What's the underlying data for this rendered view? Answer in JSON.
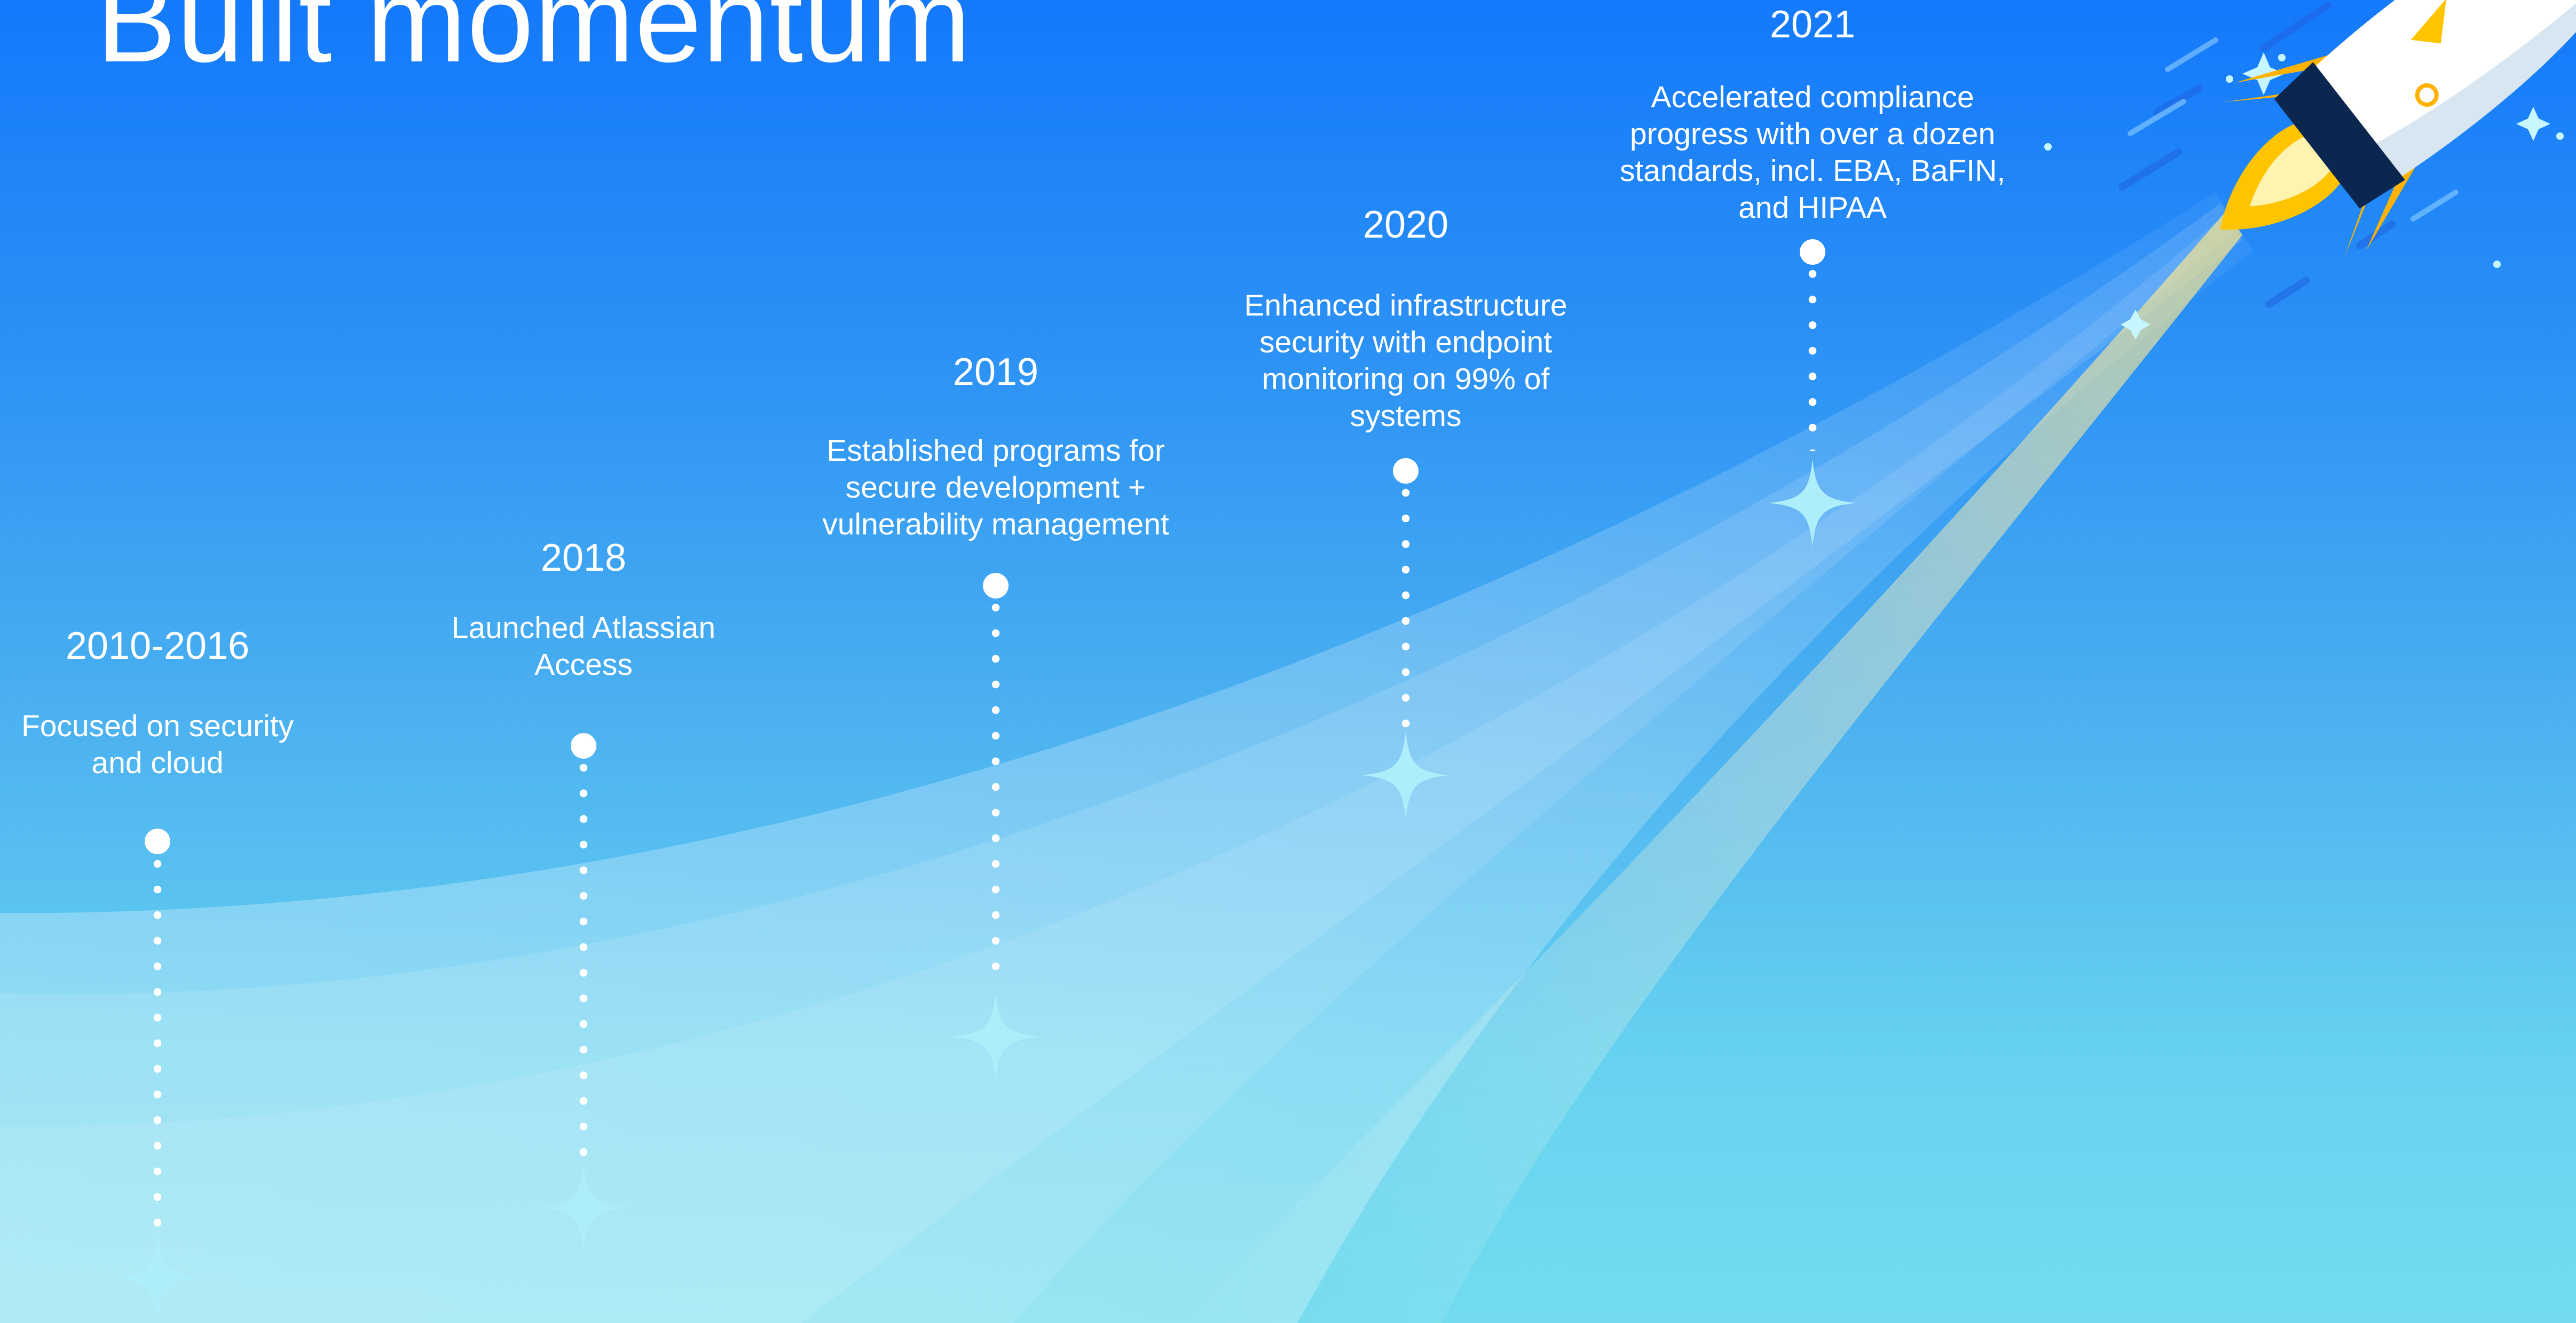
{
  "slide": {
    "title": "Built momentum"
  },
  "milestones": [
    {
      "year": "2010-2016",
      "description": "Focused on security and cloud"
    },
    {
      "year": "2018",
      "description": "Launched Atlassian Access"
    },
    {
      "year": "2019",
      "description": "Established programs for secure development + vulnerability management"
    },
    {
      "year": "2020",
      "description": "Enhanced infrastructure security with endpoint monitoring on 99% of systems"
    },
    {
      "year": "2021",
      "description": "Accelerated compliance progress with over a dozen standards, incl. EBA, BaFIN, and HIPAA"
    }
  ],
  "illustration": {
    "icon": "rocket-icon",
    "colors": {
      "background_top": "#1479fb",
      "background_bottom": "#72dcee",
      "star": "#aeeefa",
      "flame": "#ffc400",
      "rocket_body": "#ffffff",
      "rocket_nose": "#0b2750"
    }
  }
}
